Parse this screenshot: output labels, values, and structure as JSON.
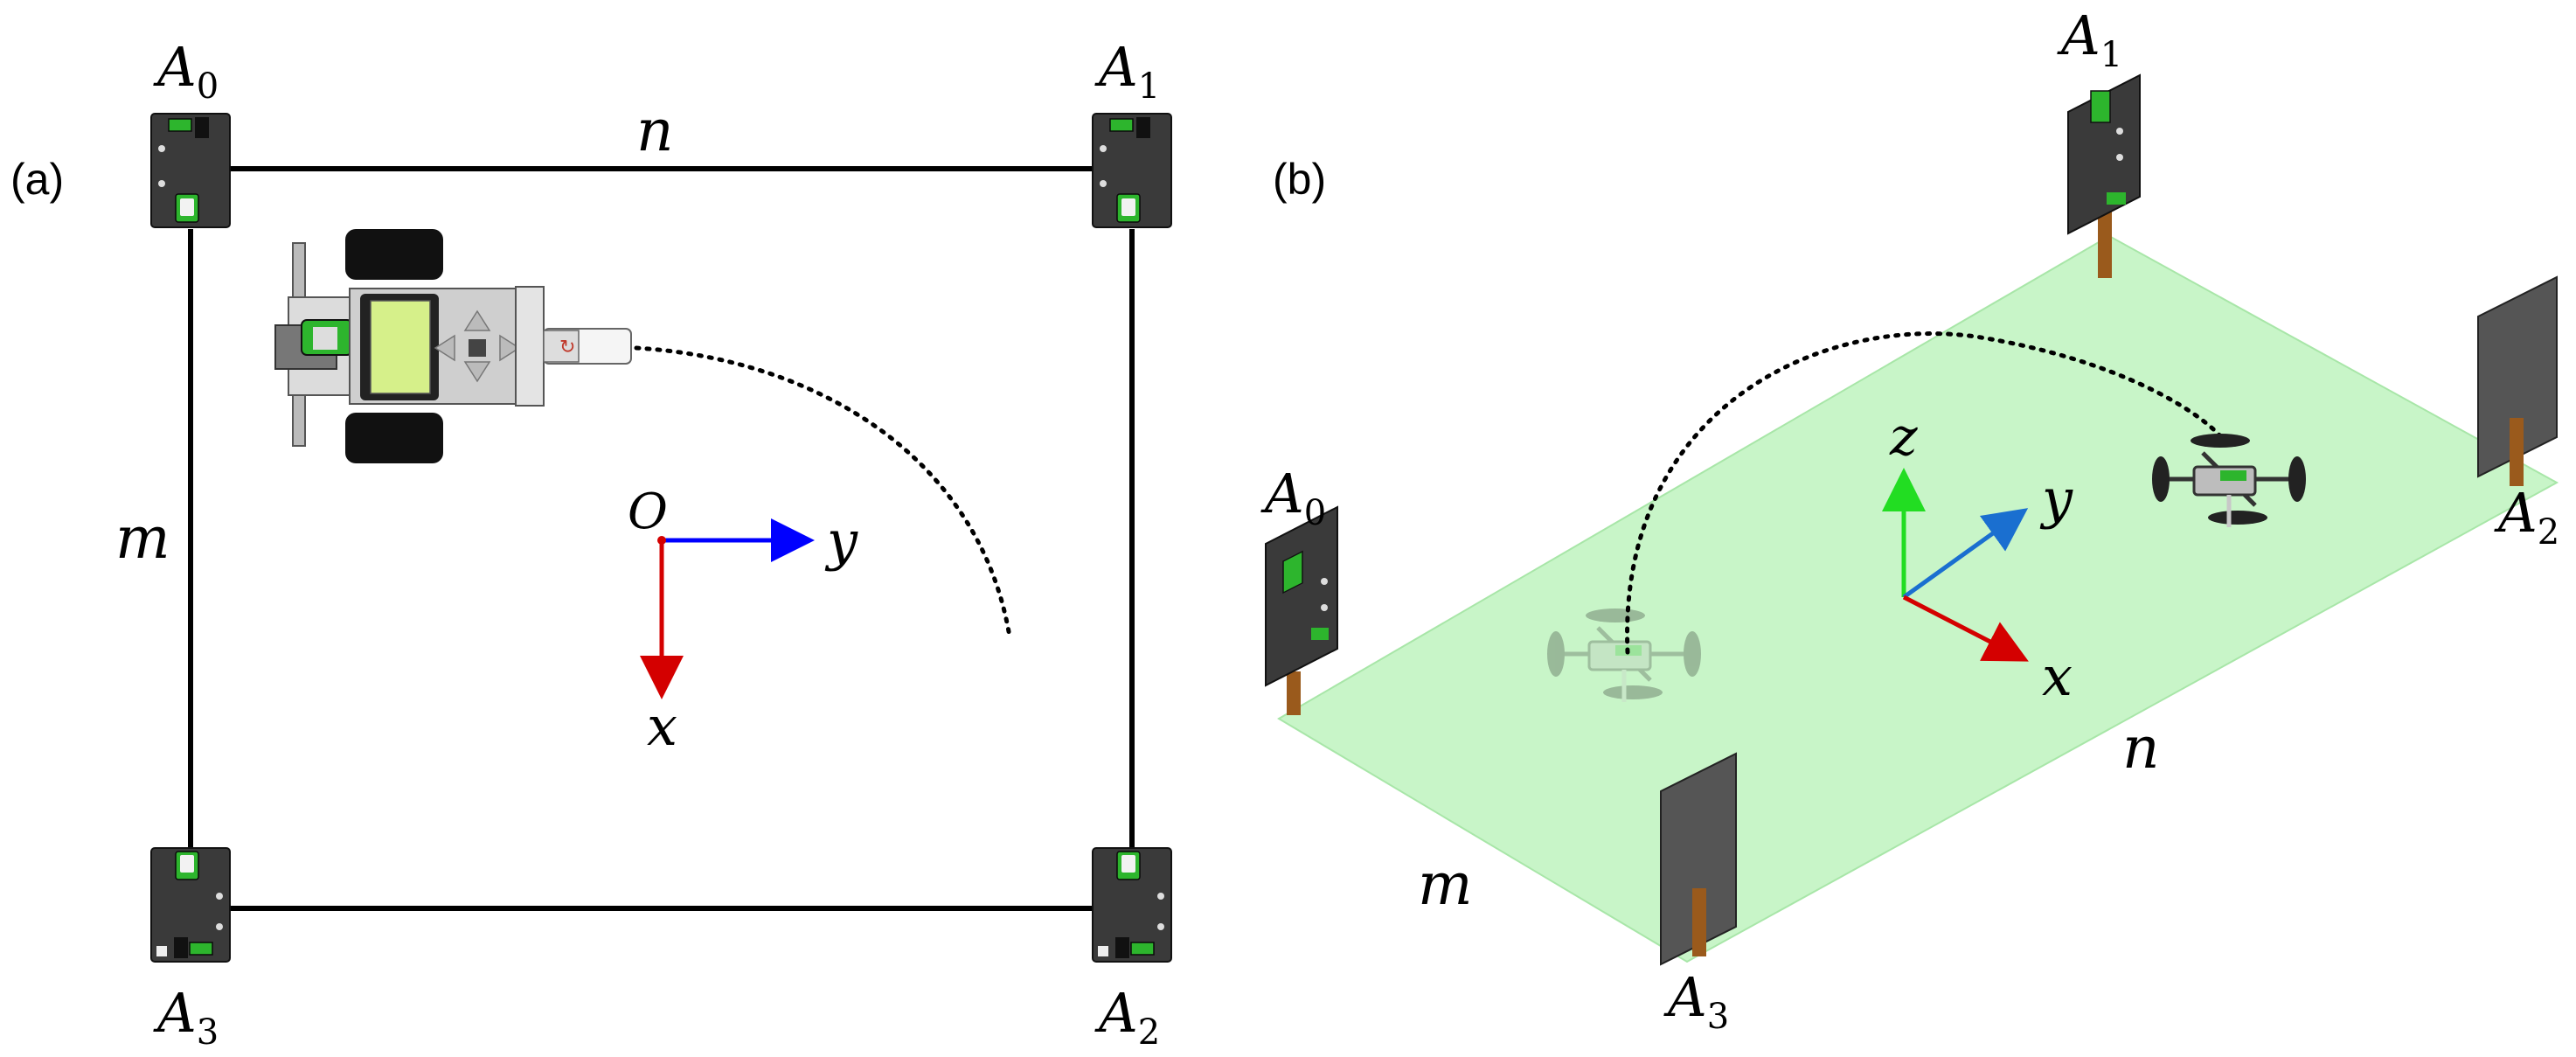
{
  "panel_a": {
    "label": "(a)",
    "anchors": [
      {
        "letter": "A",
        "index": "0"
      },
      {
        "letter": "A",
        "index": "1"
      },
      {
        "letter": "A",
        "index": "2"
      },
      {
        "letter": "A",
        "index": "3"
      }
    ],
    "side_labels": {
      "top": "n",
      "left": "m"
    },
    "axes": {
      "origin": "O",
      "x": "x",
      "y": "y"
    }
  },
  "panel_b": {
    "label": "(b)",
    "anchors": [
      {
        "letter": "A",
        "index": "0"
      },
      {
        "letter": "A",
        "index": "1"
      },
      {
        "letter": "A",
        "index": "2"
      },
      {
        "letter": "A",
        "index": "3"
      }
    ],
    "side_labels": {
      "front": "n",
      "left": "m"
    },
    "axes": {
      "x": "x",
      "y": "y",
      "z": "z"
    }
  },
  "colors": {
    "x_axis": "#d40000",
    "y_axis_a": "#0000ff",
    "y_axis_b": "#1a6fd0",
    "z_axis": "#22dd22",
    "floor": "#c8f5c8",
    "anchor_board": "#3a3a3a",
    "anchor_connector": "#2db52d",
    "anchor_post": "#9a5a1c",
    "trajectory": "#000000"
  }
}
